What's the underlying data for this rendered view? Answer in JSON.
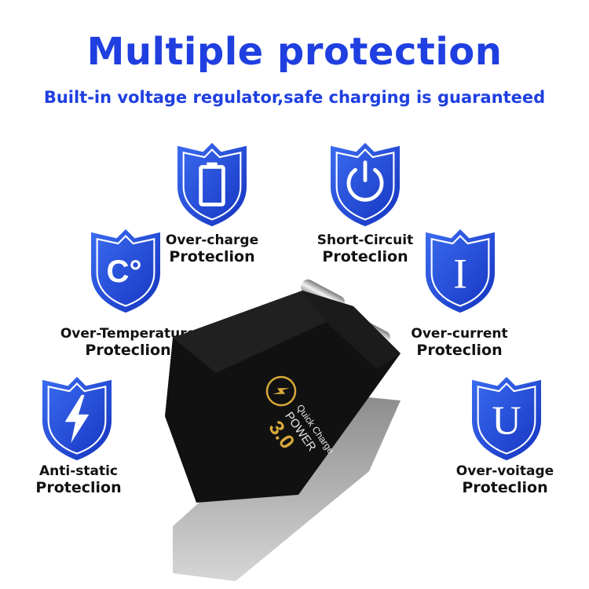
{
  "header": {
    "title": "Multiple protection",
    "subtitle": "Built-in voltage regulator,safe charging is guaranteed"
  },
  "colors": {
    "title": "#1f3fe0",
    "shield_outer": "#2a56e0",
    "shield_inner": "#1a3fc8",
    "icon": "#ffffff"
  },
  "features": [
    {
      "icon": "battery-icon",
      "line1": "Over-charge",
      "line2": "Proteclion"
    },
    {
      "icon": "power-icon",
      "line1": "Short-Circuit",
      "line2": "Proteclion"
    },
    {
      "icon": "celsius-icon",
      "symbol": "C°",
      "line1": "Over-Temperature",
      "line2": "Proteclion"
    },
    {
      "icon": "current-icon",
      "symbol": "I",
      "line1": "Over-current",
      "line2": "Proteclion"
    },
    {
      "icon": "lightning-icon",
      "line1": "Anti-static",
      "line2": "Proteclion"
    },
    {
      "icon": "voltage-icon",
      "symbol": "U",
      "line1": "Over-voitage",
      "line2": "Proteclion"
    }
  ],
  "product": {
    "brand": "POWER",
    "model": "Quick Charge",
    "version": "3.0"
  }
}
